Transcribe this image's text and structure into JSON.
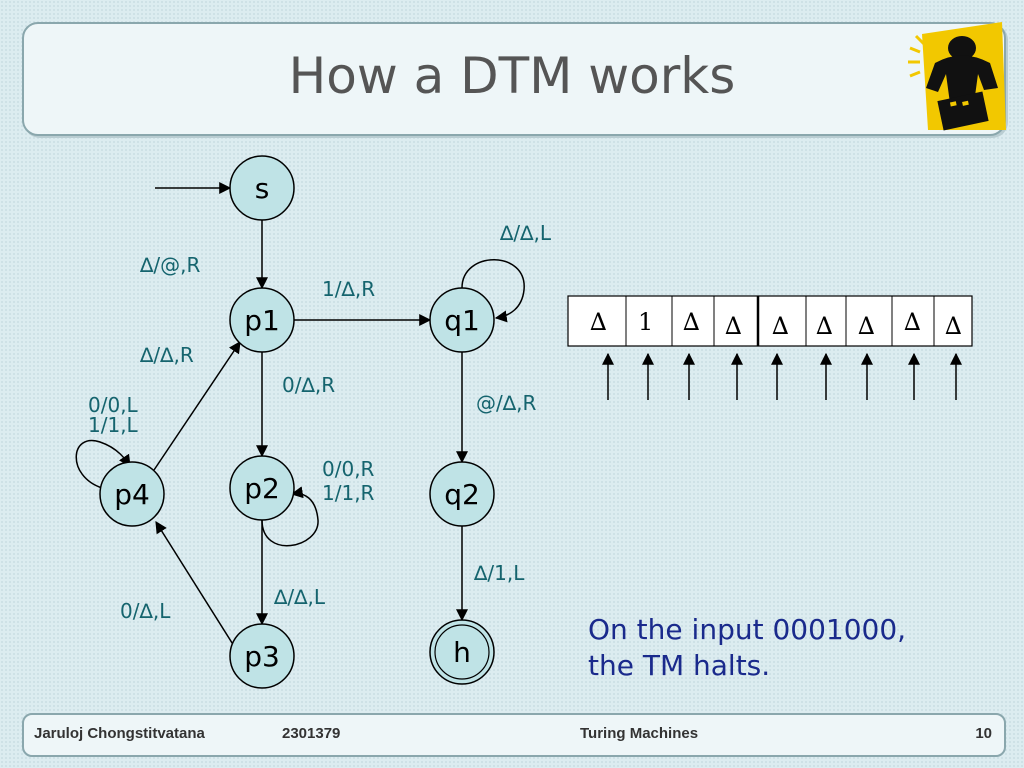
{
  "slide": {
    "title": "How a DTM works",
    "note_line1": "On the input 0001000,",
    "note_line2": "the TM halts."
  },
  "footer": {
    "author": "Jaruloj Chongstitvatana",
    "course": "2301379",
    "topic": "Turing Machines",
    "page": "10"
  },
  "diagram": {
    "states": [
      "s",
      "p1",
      "p2",
      "p3",
      "p4",
      "q1",
      "q2",
      "h"
    ],
    "start_state": "s",
    "halt_state": "h",
    "transitions": [
      {
        "from": "s",
        "to": "p1",
        "label": "∆/@,R"
      },
      {
        "from": "p1",
        "to": "q1",
        "label": "1/∆,R"
      },
      {
        "from": "p1",
        "to": "p2",
        "label": "0/∆,R"
      },
      {
        "from": "q1",
        "to": "q1",
        "label": "∆/∆,L"
      },
      {
        "from": "q1",
        "to": "q2",
        "label": "@/∆,R"
      },
      {
        "from": "q2",
        "to": "h",
        "label": "∆/1,L"
      },
      {
        "from": "p2",
        "to": "p2",
        "label_line1": "0/0,R",
        "label_line2": "1/1,R"
      },
      {
        "from": "p2",
        "to": "p3",
        "label": "∆/∆,L"
      },
      {
        "from": "p3",
        "to": "p4",
        "label": "0/∆,L"
      },
      {
        "from": "p4",
        "to": "p4",
        "label_line1": "0/0,L",
        "label_line2": "1/1,L"
      },
      {
        "from": "p4",
        "to": "p1",
        "label": "∆/∆,R"
      }
    ]
  },
  "tape": {
    "cells": [
      "∆",
      "1",
      "∆",
      "∆",
      "∆",
      "∆",
      "∆",
      "∆",
      "∆"
    ]
  }
}
